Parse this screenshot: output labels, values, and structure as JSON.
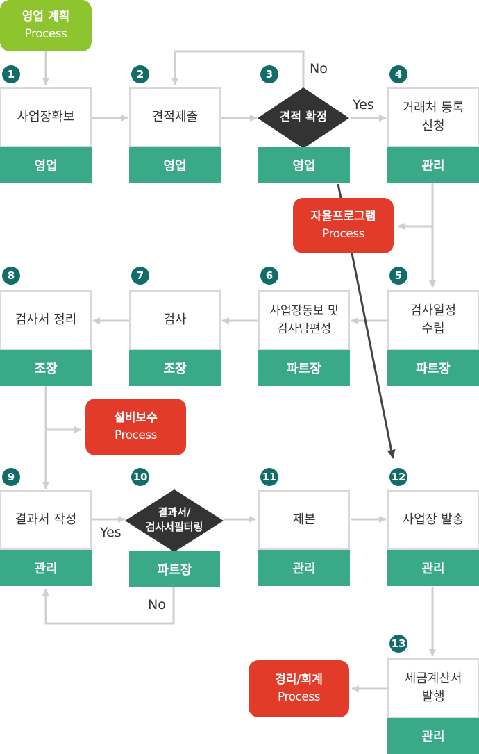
{
  "start": {
    "title": "영업 계획",
    "sub": "Process"
  },
  "steps": [
    {
      "num": "1",
      "label": "사업장확보",
      "role": "영업"
    },
    {
      "num": "2",
      "label": "견적제출",
      "role": "영업"
    },
    {
      "num": "3",
      "label": "견적 확정",
      "role": "영업"
    },
    {
      "num": "4",
      "label": "거래처 등록\n신청",
      "role": "관리"
    },
    {
      "num": "5",
      "label": "검사일정\n수립",
      "role": "파트장"
    },
    {
      "num": "6",
      "label": "사업장동보 및\n검사탐편성",
      "role": "파트장"
    },
    {
      "num": "7",
      "label": "검사",
      "role": "조장"
    },
    {
      "num": "8",
      "label": "검사서 정리",
      "role": "조장"
    },
    {
      "num": "9",
      "label": "결과서 작성",
      "role": "관리"
    },
    {
      "num": "10",
      "label": "결과서/\n검사서필터링",
      "role": "파트장"
    },
    {
      "num": "11",
      "label": "제본",
      "role": "관리"
    },
    {
      "num": "12",
      "label": "사업장 발송",
      "role": "관리"
    },
    {
      "num": "13",
      "label": "세금계산서\n발행",
      "role": "관리"
    }
  ],
  "processes": {
    "self": {
      "title": "자율프로그램",
      "sub": "Process"
    },
    "repair": {
      "title": "설비보수",
      "sub": "Process"
    },
    "accounting": {
      "title": "경리/회계",
      "sub": "Process"
    }
  },
  "labels": {
    "no_top": "No",
    "yes_top": "Yes",
    "yes_bottom": "Yes",
    "no_bottom": "No"
  },
  "colors": {
    "role_green": "#3aa988",
    "num_teal": "#126d68",
    "process_red": "#e33b2a",
    "start_green": "#8ec42d",
    "decision_dark": "#333333",
    "connector_gray": "#cfcfcf"
  }
}
